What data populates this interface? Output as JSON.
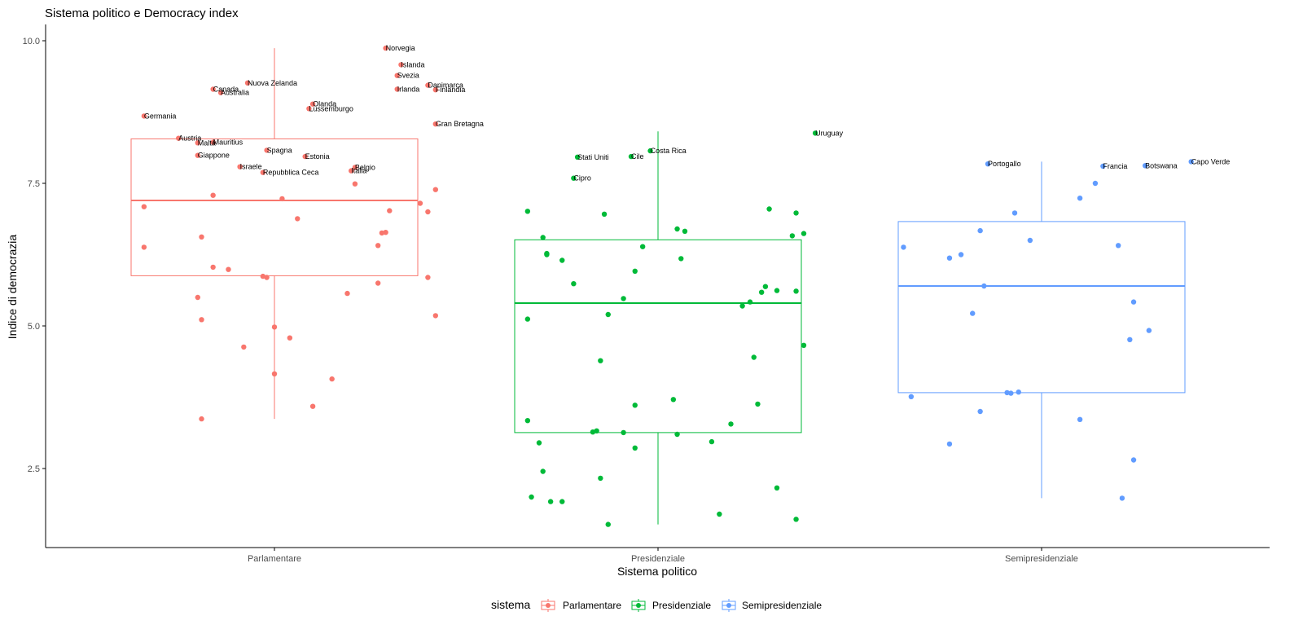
{
  "chart_data": {
    "type": "boxplot_with_jitter",
    "title": "Sistema politico e Democracy index",
    "xlabel": "Sistema politico",
    "ylabel": "Indice di democrazia",
    "ylim": [
      1.1,
      10.2
    ],
    "y_ticks": [
      2.5,
      5.0,
      7.5,
      10.0
    ],
    "y_tick_labels": [
      "2.5",
      "5.0",
      "7.5",
      "10.0"
    ],
    "categories": [
      "Parlamentare",
      "Presidenziale",
      "Semipresidenziale"
    ],
    "grid": false,
    "legend": {
      "position": "bottom",
      "title": "sistema",
      "items": [
        "Parlamentare",
        "Presidenziale",
        "Semipresidenziale"
      ]
    },
    "colors": {
      "Parlamentare": "#F8766D",
      "Presidenziale": "#00BA38",
      "Semipresidenziale": "#619CFF"
    },
    "boxes": [
      {
        "category": "Parlamentare",
        "min": 3.37,
        "q1": 5.88,
        "median": 7.2,
        "q3": 8.28,
        "max": 9.87
      },
      {
        "category": "Presidenziale",
        "min": 1.52,
        "q1": 3.13,
        "median": 5.4,
        "q3": 6.51,
        "max": 8.41
      },
      {
        "category": "Semipresidenziale",
        "min": 1.98,
        "q1": 3.83,
        "median": 5.7,
        "q3": 6.83,
        "max": 7.88
      }
    ],
    "series": [
      {
        "name": "Parlamentare",
        "points": [
          {
            "x": 0.66,
            "y": 8.68,
            "label": "Germania"
          },
          {
            "x": 0.75,
            "y": 8.29,
            "label": "Austria"
          },
          {
            "x": 0.8,
            "y": 8.21,
            "label": "Malta"
          },
          {
            "x": 0.84,
            "y": 8.22,
            "label": "Mauritius"
          },
          {
            "x": 0.8,
            "y": 7.99,
            "label": "Giappone"
          },
          {
            "x": 0.84,
            "y": 9.15,
            "label": "Canada"
          },
          {
            "x": 0.86,
            "y": 9.09,
            "label": "Australia"
          },
          {
            "x": 0.93,
            "y": 9.26,
            "label": "Nuova Zelanda"
          },
          {
            "x": 0.91,
            "y": 7.79,
            "label": "Israele"
          },
          {
            "x": 0.98,
            "y": 8.08,
            "label": "Spagna"
          },
          {
            "x": 0.97,
            "y": 7.69,
            "label": "Repubblica Ceca"
          },
          {
            "x": 1.09,
            "y": 8.81,
            "label": "Lussemburgo"
          },
          {
            "x": 1.08,
            "y": 7.97,
            "label": "Estonia"
          },
          {
            "x": 1.1,
            "y": 8.89,
            "label": "Olanda"
          },
          {
            "x": 1.2,
            "y": 7.72,
            "label": "Italia"
          },
          {
            "x": 1.21,
            "y": 7.78,
            "label": "Belgio"
          },
          {
            "x": 1.29,
            "y": 9.87,
            "label": "Norvegia"
          },
          {
            "x": 1.33,
            "y": 9.58,
            "label": "Islanda"
          },
          {
            "x": 1.32,
            "y": 9.39,
            "label": "Svezia"
          },
          {
            "x": 1.32,
            "y": 9.15,
            "label": "Irlanda"
          },
          {
            "x": 1.4,
            "y": 9.22,
            "label": "Danimarca"
          },
          {
            "x": 1.42,
            "y": 9.14,
            "label": "Finlandia"
          },
          {
            "x": 1.42,
            "y": 8.54,
            "label": "Gran Bretagna"
          },
          {
            "x": 0.66,
            "y": 7.09
          },
          {
            "x": 0.66,
            "y": 6.38
          },
          {
            "x": 0.84,
            "y": 7.29
          },
          {
            "x": 0.81,
            "y": 6.56
          },
          {
            "x": 0.84,
            "y": 6.03
          },
          {
            "x": 0.88,
            "y": 5.99
          },
          {
            "x": 0.8,
            "y": 5.5
          },
          {
            "x": 0.81,
            "y": 5.11
          },
          {
            "x": 0.92,
            "y": 4.63
          },
          {
            "x": 0.97,
            "y": 5.87
          },
          {
            "x": 0.98,
            "y": 5.85
          },
          {
            "x": 1.0,
            "y": 4.98
          },
          {
            "x": 1.04,
            "y": 4.79
          },
          {
            "x": 1.02,
            "y": 7.23
          },
          {
            "x": 1.06,
            "y": 6.88
          },
          {
            "x": 1.0,
            "y": 4.16
          },
          {
            "x": 1.1,
            "y": 3.59
          },
          {
            "x": 1.15,
            "y": 4.07
          },
          {
            "x": 1.21,
            "y": 7.49
          },
          {
            "x": 1.3,
            "y": 7.02
          },
          {
            "x": 1.28,
            "y": 6.63
          },
          {
            "x": 1.29,
            "y": 6.64
          },
          {
            "x": 1.27,
            "y": 6.41
          },
          {
            "x": 1.19,
            "y": 5.57
          },
          {
            "x": 1.27,
            "y": 5.75
          },
          {
            "x": 1.38,
            "y": 7.15
          },
          {
            "x": 1.4,
            "y": 7.0
          },
          {
            "x": 1.42,
            "y": 7.39
          },
          {
            "x": 1.4,
            "y": 5.85
          },
          {
            "x": 1.42,
            "y": 5.18
          },
          {
            "x": 0.81,
            "y": 3.37
          }
        ]
      },
      {
        "name": "Presidenziale",
        "points": [
          {
            "x": 1.79,
            "y": 7.96,
            "label": "Stati Uniti"
          },
          {
            "x": 1.78,
            "y": 7.59,
            "label": "Cipro"
          },
          {
            "x": 1.93,
            "y": 7.97,
            "label": "Cile"
          },
          {
            "x": 1.98,
            "y": 8.07,
            "label": "Costa Rica"
          },
          {
            "x": 2.41,
            "y": 8.38,
            "label": "Uruguay"
          },
          {
            "x": 1.66,
            "y": 7.01
          },
          {
            "x": 1.7,
            "y": 6.55
          },
          {
            "x": 1.71,
            "y": 6.27
          },
          {
            "x": 1.71,
            "y": 6.25
          },
          {
            "x": 1.75,
            "y": 6.15
          },
          {
            "x": 1.78,
            "y": 5.74
          },
          {
            "x": 1.86,
            "y": 6.96
          },
          {
            "x": 1.94,
            "y": 5.96
          },
          {
            "x": 1.96,
            "y": 6.39
          },
          {
            "x": 1.91,
            "y": 5.48
          },
          {
            "x": 1.87,
            "y": 5.2
          },
          {
            "x": 1.85,
            "y": 4.39
          },
          {
            "x": 2.05,
            "y": 6.7
          },
          {
            "x": 2.07,
            "y": 6.66
          },
          {
            "x": 2.06,
            "y": 6.18
          },
          {
            "x": 2.22,
            "y": 5.35
          },
          {
            "x": 2.24,
            "y": 5.42
          },
          {
            "x": 2.27,
            "y": 5.59
          },
          {
            "x": 2.28,
            "y": 5.69
          },
          {
            "x": 2.31,
            "y": 5.62
          },
          {
            "x": 2.36,
            "y": 5.61
          },
          {
            "x": 2.29,
            "y": 7.05
          },
          {
            "x": 2.36,
            "y": 6.98
          },
          {
            "x": 2.35,
            "y": 6.58
          },
          {
            "x": 2.38,
            "y": 6.62
          },
          {
            "x": 2.25,
            "y": 4.45
          },
          {
            "x": 2.38,
            "y": 4.66
          },
          {
            "x": 2.26,
            "y": 3.63
          },
          {
            "x": 2.19,
            "y": 3.28
          },
          {
            "x": 2.14,
            "y": 2.97
          },
          {
            "x": 2.04,
            "y": 3.71
          },
          {
            "x": 1.94,
            "y": 3.61
          },
          {
            "x": 2.05,
            "y": 3.1
          },
          {
            "x": 1.83,
            "y": 3.14
          },
          {
            "x": 1.84,
            "y": 3.16
          },
          {
            "x": 1.91,
            "y": 3.13
          },
          {
            "x": 1.94,
            "y": 2.86
          },
          {
            "x": 1.66,
            "y": 5.12
          },
          {
            "x": 1.66,
            "y": 3.34
          },
          {
            "x": 1.69,
            "y": 2.95
          },
          {
            "x": 1.7,
            "y": 2.45
          },
          {
            "x": 1.67,
            "y": 2.0
          },
          {
            "x": 1.72,
            "y": 1.92
          },
          {
            "x": 1.75,
            "y": 1.92
          },
          {
            "x": 1.85,
            "y": 2.33
          },
          {
            "x": 1.87,
            "y": 1.52
          },
          {
            "x": 2.16,
            "y": 1.7
          },
          {
            "x": 2.31,
            "y": 2.16
          },
          {
            "x": 2.36,
            "y": 1.61
          }
        ]
      },
      {
        "name": "Semipresidenziale",
        "points": [
          {
            "x": 2.86,
            "y": 7.84,
            "label": "Portogallo"
          },
          {
            "x": 3.16,
            "y": 7.8,
            "label": "Francia"
          },
          {
            "x": 3.27,
            "y": 7.81,
            "label": "Botswana"
          },
          {
            "x": 3.39,
            "y": 7.88,
            "label": "Capo Verde"
          },
          {
            "x": 2.64,
            "y": 6.38
          },
          {
            "x": 2.76,
            "y": 6.19
          },
          {
            "x": 2.79,
            "y": 6.25
          },
          {
            "x": 2.84,
            "y": 6.67
          },
          {
            "x": 2.85,
            "y": 5.7
          },
          {
            "x": 2.82,
            "y": 5.22
          },
          {
            "x": 2.93,
            "y": 6.98
          },
          {
            "x": 2.97,
            "y": 6.5
          },
          {
            "x": 3.1,
            "y": 7.24
          },
          {
            "x": 3.14,
            "y": 7.5
          },
          {
            "x": 3.2,
            "y": 6.41
          },
          {
            "x": 3.24,
            "y": 5.42
          },
          {
            "x": 3.28,
            "y": 4.92
          },
          {
            "x": 3.23,
            "y": 4.76
          },
          {
            "x": 2.66,
            "y": 3.76
          },
          {
            "x": 2.91,
            "y": 3.83
          },
          {
            "x": 2.92,
            "y": 3.82
          },
          {
            "x": 2.94,
            "y": 3.84
          },
          {
            "x": 2.84,
            "y": 3.5
          },
          {
            "x": 3.1,
            "y": 3.36
          },
          {
            "x": 2.76,
            "y": 2.93
          },
          {
            "x": 3.24,
            "y": 2.65
          },
          {
            "x": 3.21,
            "y": 1.98
          }
        ]
      }
    ]
  }
}
